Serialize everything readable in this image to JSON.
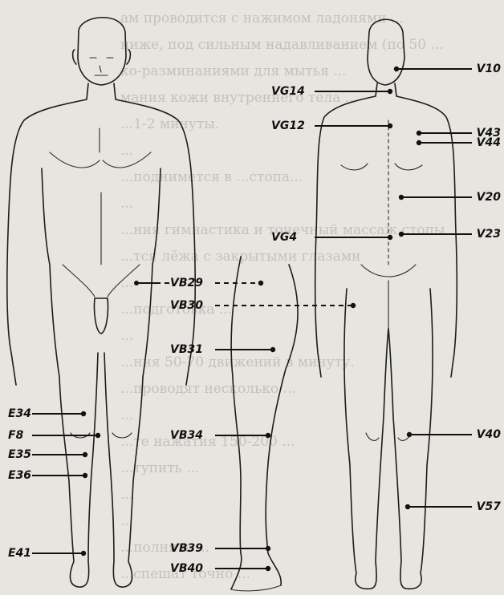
{
  "background_text_lines": [
    "ам проводится с нажимом ладонями ...",
    "ниже, под сильным надавливанием (по 50 ...",
    "ко-разминаниями для мытья ...",
    "мания кожи внутреннего тела ...",
    "...1-2 минуты.",
    "...",
    "...поднимется в ...стопа...",
    "...",
    "...ния гимнастика и точечный массаж стопы",
    "...тся лёжа с закрытыми глазами",
    "...",
    "...подготовка ...",
    "...",
    "...ния 50-70 движений в минуту.",
    "...проводят несколько ...",
    "...",
    "...те нажатия 150-200 ...",
    "...тупить ...",
    "...",
    "...",
    "...полнять ...",
    "...спешат точно ..."
  ],
  "labels": {
    "front_left": [
      "E34",
      "F8",
      "E35",
      "E36",
      "E41"
    ],
    "side": [
      "VB29",
      "VB30",
      "VB31",
      "VB34",
      "VB39",
      "VB40"
    ],
    "back_left": [
      "VG14",
      "VG12",
      "VG4"
    ],
    "back_right": [
      "V10",
      "V43",
      "V44",
      "V20",
      "V23",
      "V40",
      "V57"
    ]
  }
}
